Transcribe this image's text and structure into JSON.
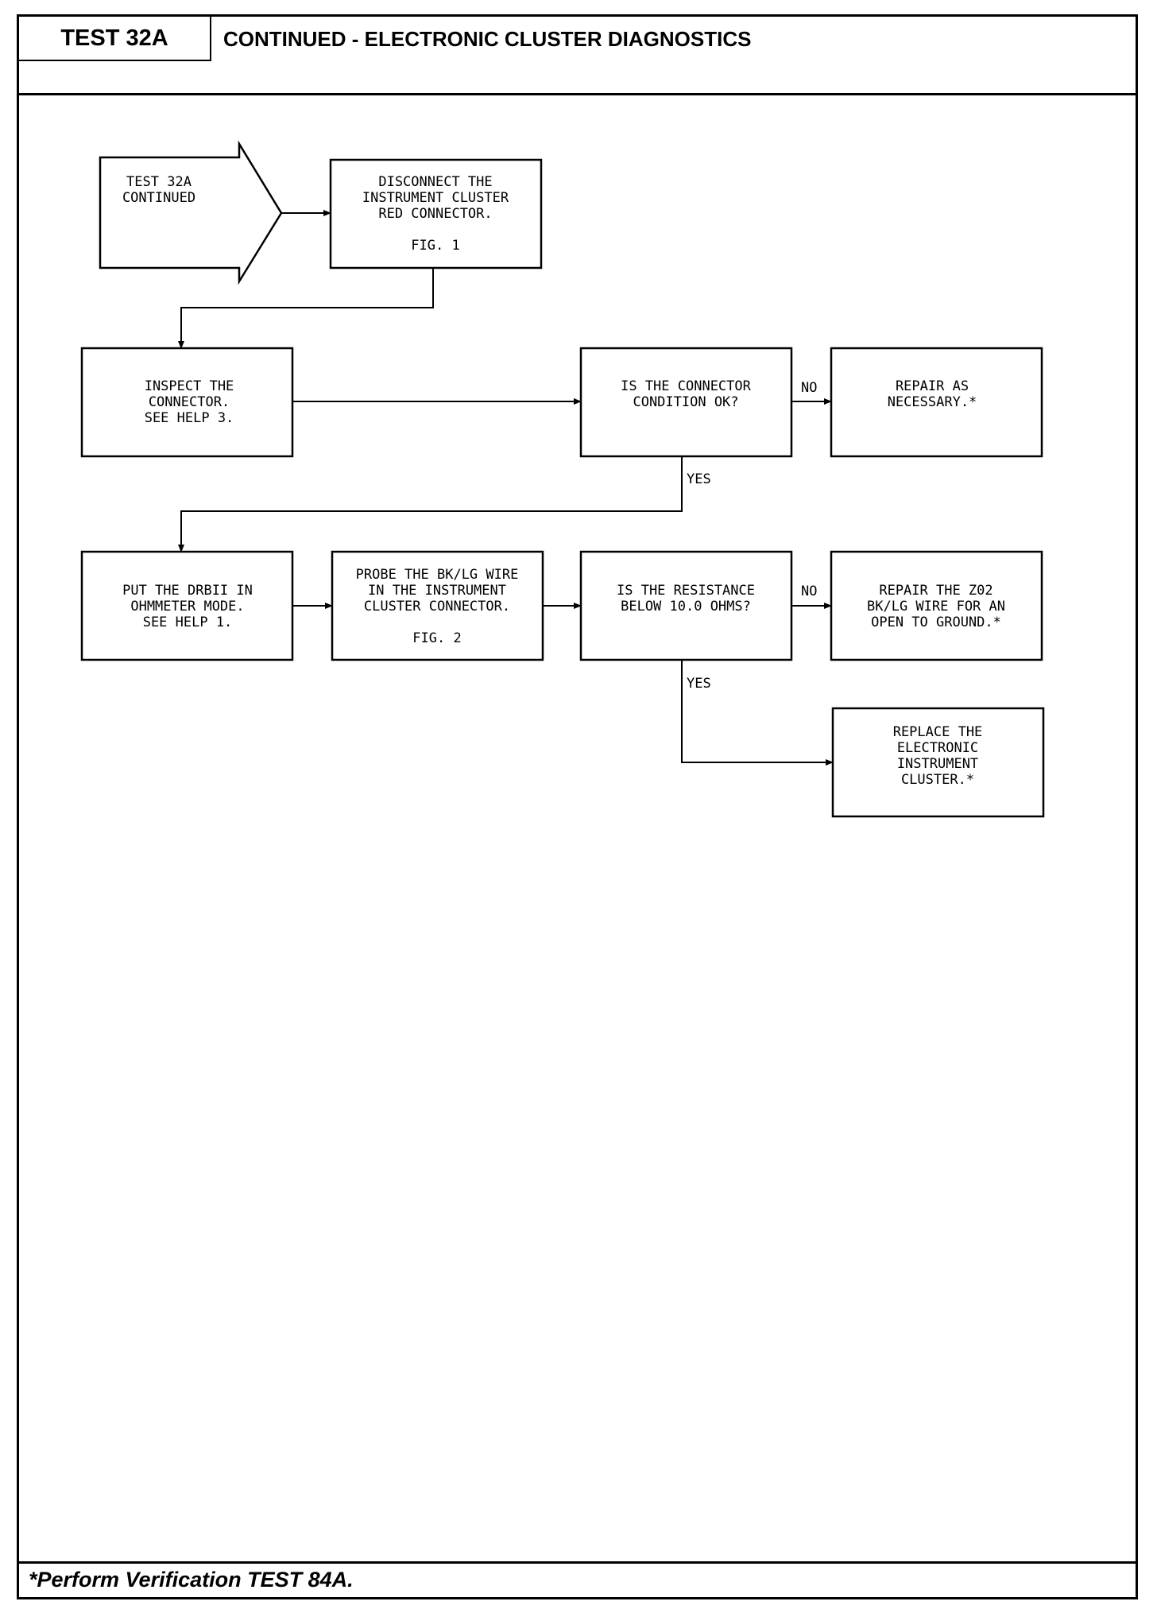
{
  "header": {
    "test_label": "TEST 32A",
    "title": "CONTINUED - ELECTRONIC CLUSTER DIAGNOSTICS"
  },
  "footer": {
    "note": "*Perform Verification TEST 84A."
  },
  "flowchart": {
    "start": [
      "TEST 32A",
      "CONTINUED"
    ],
    "disconnect": [
      "DISCONNECT THE",
      "INSTRUMENT CLUSTER",
      "RED CONNECTOR.",
      "",
      "FIG. 1"
    ],
    "inspect": [
      "INSPECT THE",
      "CONNECTOR.",
      "SEE HELP 3."
    ],
    "q_connector": [
      "IS THE CONNECTOR",
      "CONDITION OK?"
    ],
    "repair_necessary": [
      "REPAIR AS",
      "NECESSARY.*"
    ],
    "put_drb": [
      "PUT THE DRBII IN",
      "OHMMETER MODE.",
      "SEE HELP 1."
    ],
    "probe": [
      "PROBE THE BK/LG WIRE",
      "IN THE INSTRUMENT",
      "CLUSTER CONNECTOR.",
      "",
      "FIG. 2"
    ],
    "q_resistance": [
      "IS THE RESISTANCE",
      "BELOW 10.0 OHMS?"
    ],
    "repair_z02": [
      "REPAIR THE Z02",
      "BK/LG WIRE FOR AN",
      "OPEN TO GROUND.*"
    ],
    "replace": [
      "REPLACE THE",
      "ELECTRONIC",
      "INSTRUMENT",
      "CLUSTER.*"
    ],
    "labels": {
      "no": "NO",
      "yes": "YES"
    }
  }
}
